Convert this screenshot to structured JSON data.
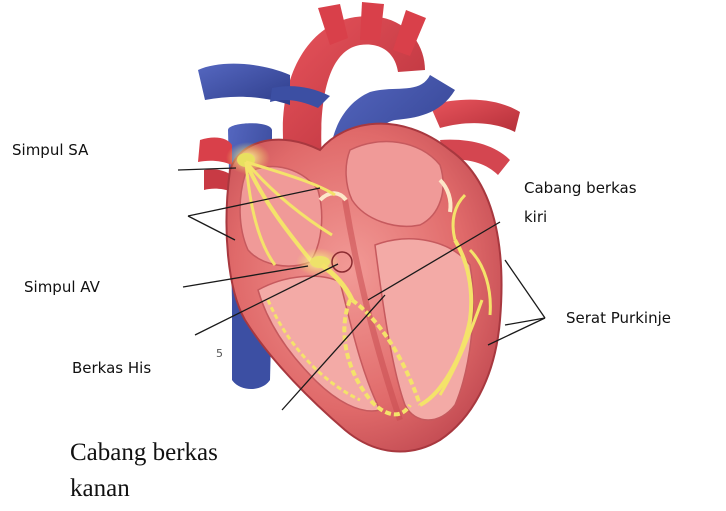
{
  "labels": {
    "sa_node": "Simpul SA",
    "av_node": "Simpul AV",
    "bundle_his": "Berkas His",
    "left_branch_line1": "Cabang berkas",
    "left_branch_line2": "kiri",
    "purkinje": "Serat Purkinje",
    "right_branch_line1": "Cabang berkas",
    "right_branch_line2": "kanan",
    "stray_mark": "5"
  },
  "colors": {
    "muscle": "#e06a6a",
    "muscle_dark": "#c84c50",
    "chamber": "#f09a98",
    "vein_blue": "#3c4fa3",
    "artery_red": "#d9404a",
    "conduction": "#f4e36a",
    "leader": "#1a1a1a"
  }
}
